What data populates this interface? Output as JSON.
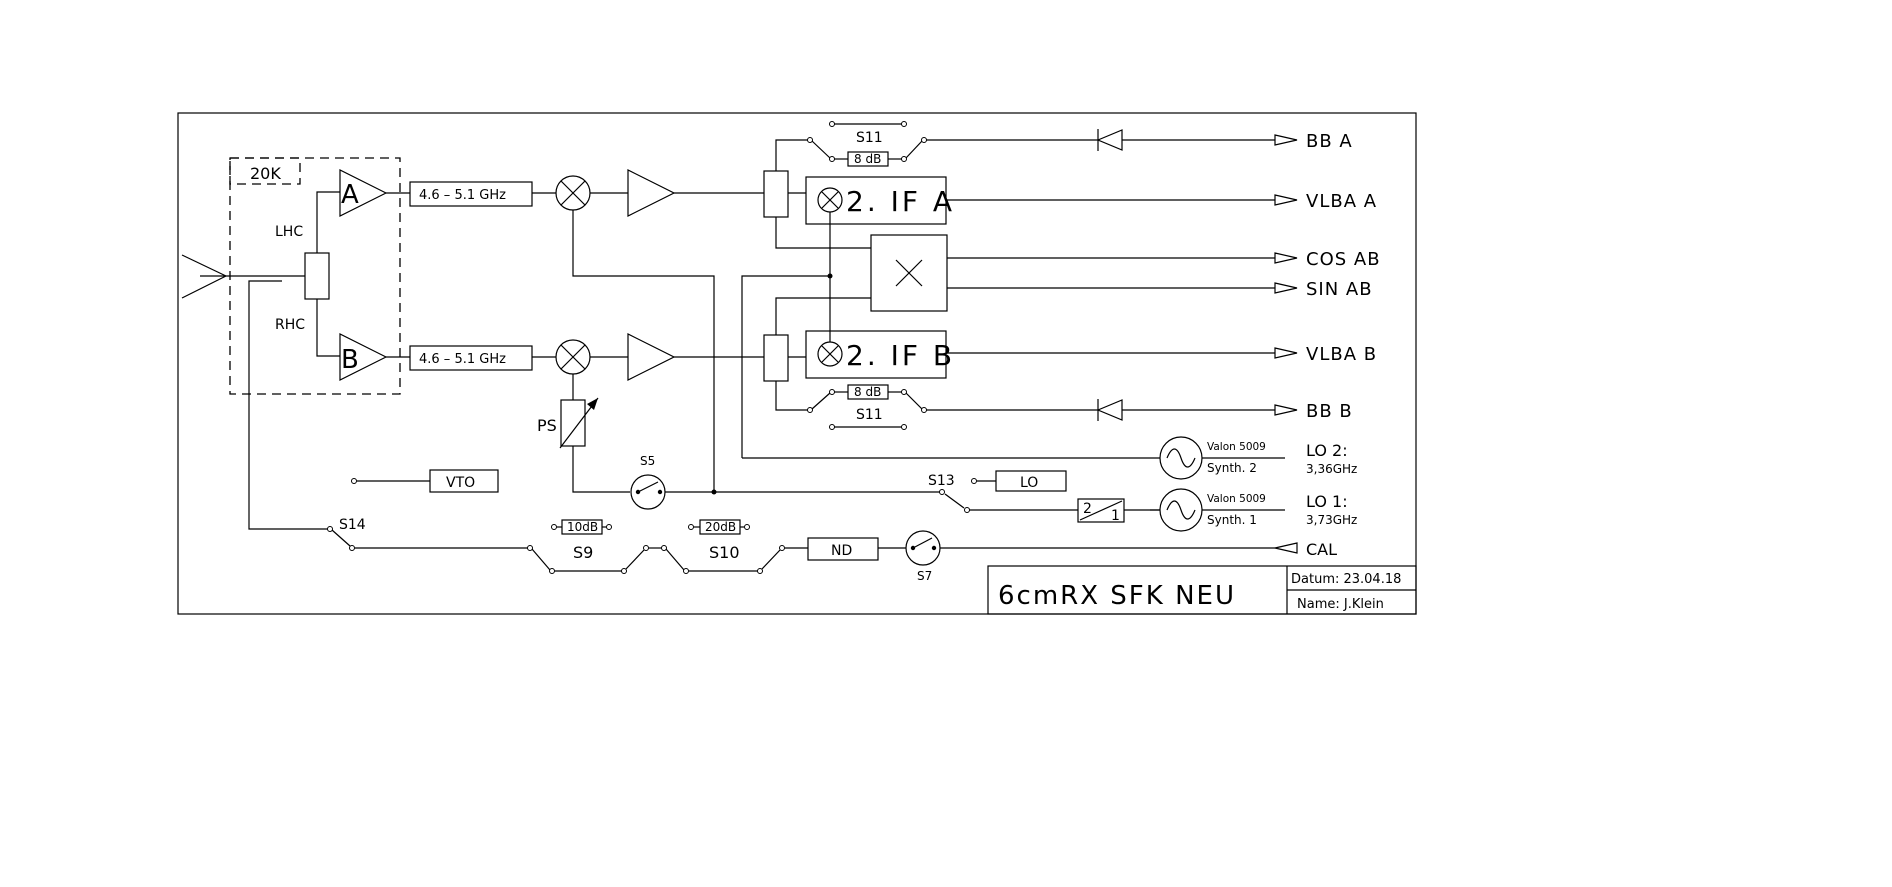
{
  "block": {
    "frontend_label": "20K",
    "lhc_label": "LHC",
    "rhc_label": "RHC",
    "amp_a_label": "A",
    "amp_b_label": "B",
    "filter_a_label": "4.6 – 5.1 GHz",
    "filter_b_label": "4.6 – 5.1 GHz",
    "if_a_label": "2.  IF A",
    "if_b_label": "2.  IF B",
    "ps_label": "PS",
    "vto_label": "VTO",
    "lo_label": "LO",
    "nd_label": "ND",
    "att_s11_top": "8 dB",
    "att_s11_bottom": "8 dB",
    "att_s9": "10dB",
    "att_s10": "20dB",
    "ratio_label_2": "2",
    "ratio_label_1": "1"
  },
  "switches": {
    "s11_top": "S11",
    "s11_bottom": "S11",
    "s5": "S5",
    "s13": "S13",
    "s14": "S14",
    "s9": "S9",
    "s10": "S10",
    "s7": "S7"
  },
  "synth": {
    "synth2_name": "Valon 5009",
    "synth2_sub": "Synth. 2",
    "synth1_name": "Valon 5009",
    "synth1_sub": "Synth. 1"
  },
  "outputs": {
    "bb_a": "BB  A",
    "vlba_a": "VLBA  A",
    "cos_ab": "COS  AB",
    "sin_ab": "SIN  AB",
    "vlba_b": "VLBA  B",
    "bb_b": "BB  B",
    "lo2": "LO 2:",
    "lo2_freq": "3,36GHz",
    "lo1": "LO 1:",
    "lo1_freq": "3,73GHz",
    "cal": "CAL"
  },
  "title_block": {
    "title": "6cmRX  SFK  NEU",
    "date": "Datum: 23.04.18",
    "name": "Name:  J.Klein"
  }
}
